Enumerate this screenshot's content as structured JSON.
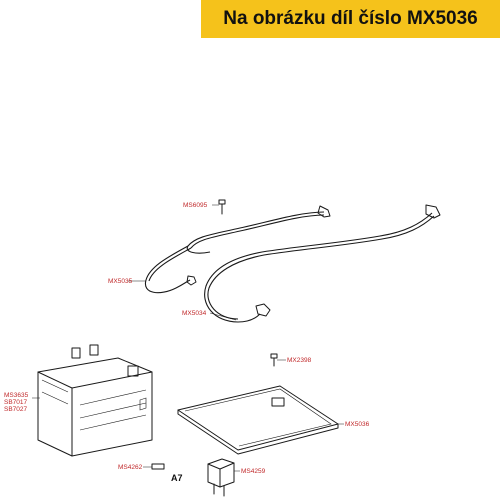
{
  "banner": {
    "text": "Na obrázku díl číslo MX5036"
  },
  "colors": {
    "banner_bg": "#f5c21b",
    "label_red": "#c0282a"
  },
  "parts": {
    "ms6095": "MS6095",
    "mx5035": "MX5035",
    "mx5034": "MX5034",
    "mx2398": "MX2398",
    "ms3635": "MS3635",
    "sb7017": "SB7017",
    "sb7027": "SB7027",
    "mx5036": "MX5036",
    "ms4262": "MS4262",
    "a7": "A7",
    "ms4259": "MS4259"
  }
}
